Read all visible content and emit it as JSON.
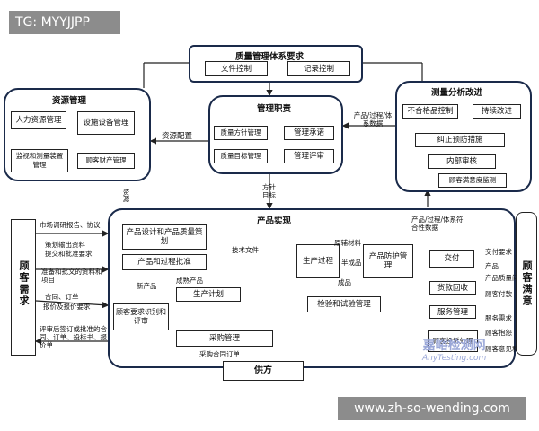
{
  "tag": "TG: MYYJJPP",
  "url": "www.zh-so-wending.com",
  "brand_watermark": {
    "line1": "嘉峪检测网",
    "line2": "AnyTesting.com"
  },
  "qms": {
    "title": "质量管理体系要求",
    "doc": "文件控制",
    "rec": "记录控制"
  },
  "resource": {
    "title": "资源管理",
    "hr": "人力资源管理",
    "equip": "设施设备管理",
    "measure": "监视和测量装置管理",
    "customer_prop": "顾客财产管理"
  },
  "mgmt": {
    "title": "管理职责",
    "policy": "质量方针管理",
    "commit": "管理承诺",
    "objective": "质量目标管理",
    "review": "管理评审"
  },
  "analysis": {
    "title": "测量分析改进",
    "nonconf": "不合格品控制",
    "improve": "持续改进",
    "corrective": "纠正预防措施",
    "audit": "内部审核",
    "satisfaction": "顾客满意度监测"
  },
  "product": {
    "title": "产品实现",
    "design": "产品设计和产品质量策划",
    "approval": "产品和过程批准",
    "req_review": "顾客要求识别和评审",
    "plan": "生产计划",
    "purchase": "采购管理",
    "process": "生产过程",
    "protect": "产品防护管理",
    "inspect": "检验和试验管理",
    "delivery": "交付",
    "payment": "货款回收",
    "service": "服务管理",
    "complaint": "顾客投诉处理"
  },
  "sides": {
    "left": "顾客需求",
    "right": "顾客满意",
    "supplier": "供方"
  },
  "labels": {
    "res_alloc": "资源配置",
    "resource_v": "资源",
    "policy_obj": "方针目标",
    "process_data": "产品/过程/体系数据",
    "process_data2": "产品/过程/体系符合性数据",
    "market": "市场调研报告、协议",
    "plan_design": "策划输出资料",
    "design_req": "提交和批准要求",
    "prep": "准备和批文的资料和项目",
    "contract": "合同、订单",
    "report": "报价及报价要求",
    "pre_sign": "评审后签订或批准的合同、订单、投标书、报价单",
    "tech_doc": "技术文件",
    "new_product": "新产品",
    "mature": "成熟产品",
    "raw": "原辅材料",
    "semi": "半成品",
    "finished": "成品",
    "purchase_order": "采购合同订单",
    "r_deliv": "交付要求",
    "r_product": "产品",
    "r_quality": "产品质量问题",
    "r_pay": "顾客付款",
    "r_service": "服务需求",
    "r_complain": "顾客抱怨",
    "r_advice": "顾客意见和建议"
  }
}
